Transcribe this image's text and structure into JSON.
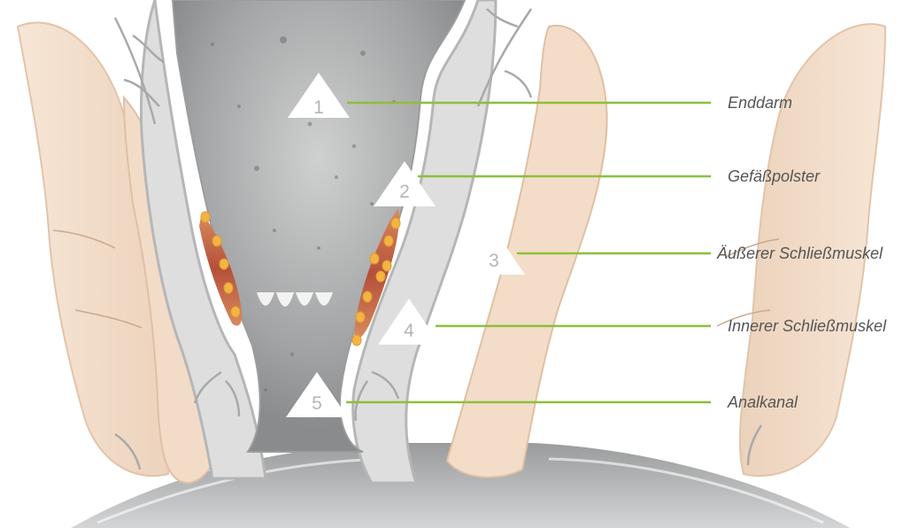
{
  "labels": {
    "rectum": "Enddarm",
    "vascular_cushions": "Gefäßpolster",
    "external_sphincter": "Äußerer Schließmuskel",
    "internal_sphincter": "Innerer Schließmuskel",
    "anal_canal": "Analkanal"
  },
  "markers": [
    "1",
    "2",
    "3",
    "4",
    "5"
  ],
  "colors": {
    "leader_line": "#8dbf3a",
    "label_text": "#555555",
    "lumen_gray": "#8f9092",
    "lumen_light": "#c9caca",
    "mucosa_border": "#b9b9ba",
    "muscle_skin": "#f3dfcc",
    "muscle_shade": "#e4c6ab",
    "vascular_cushion": "#b8553c",
    "cushion_dot": "#f2b544",
    "marker_fill": "#ffffff",
    "marker_text": "#b5b5b5"
  }
}
